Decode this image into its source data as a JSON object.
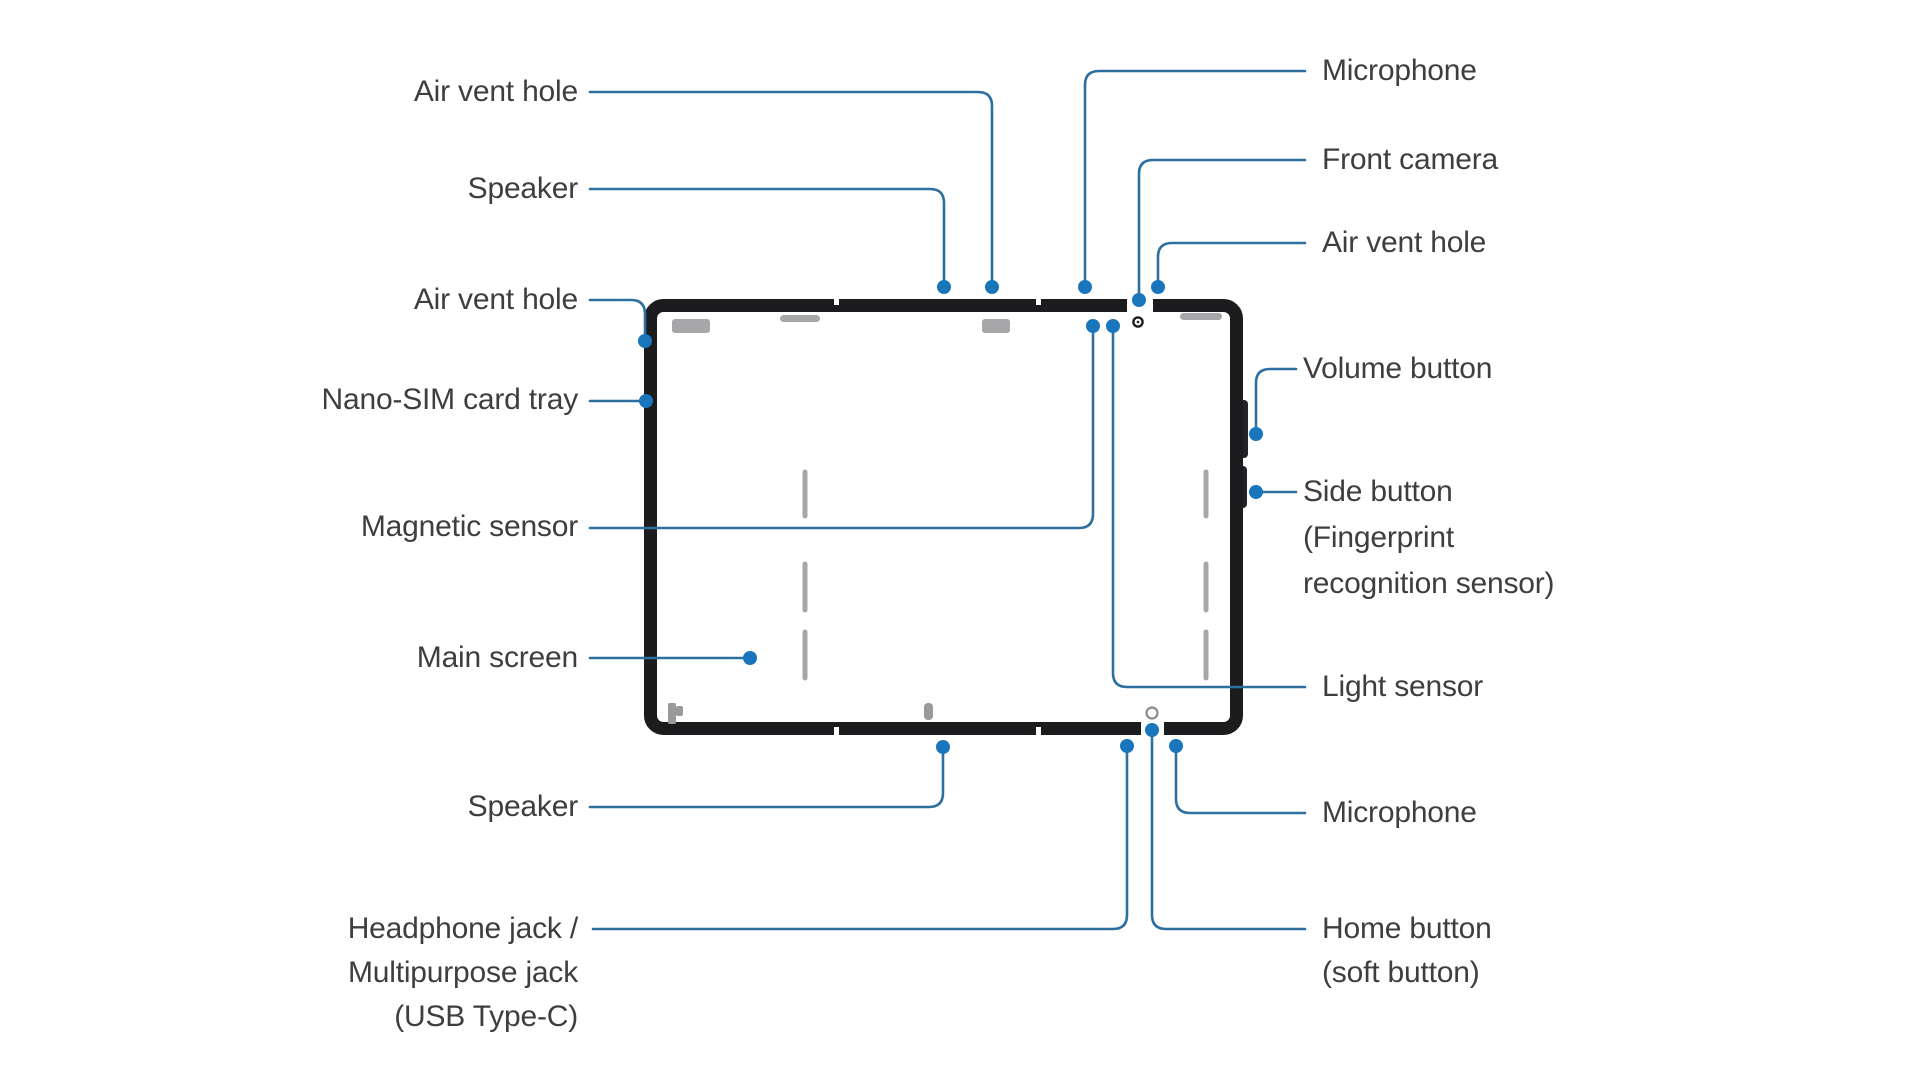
{
  "diagram": {
    "title": "Device layout diagram (tablet front view)",
    "colors": {
      "leader_line": "#2d6f9f",
      "dot": "#1976bd",
      "device_body": "#1c1c1e",
      "label_text": "#3e3e40",
      "detail_gray": "#a7a7a9"
    },
    "labels": [
      {
        "id": "air-vent-hole-top",
        "text": "Air vent hole"
      },
      {
        "id": "speaker-top",
        "text": "Speaker"
      },
      {
        "id": "air-vent-hole-left",
        "text": "Air vent hole"
      },
      {
        "id": "nano-sim-card-tray",
        "text": "Nano-SIM card tray"
      },
      {
        "id": "magnetic-sensor",
        "text": "Magnetic sensor"
      },
      {
        "id": "main-screen",
        "text": "Main screen"
      },
      {
        "id": "speaker-bottom",
        "text": "Speaker"
      },
      {
        "id": "headphone-jack-1",
        "text": "Headphone jack /"
      },
      {
        "id": "headphone-jack-2",
        "text": "Multipurpose jack"
      },
      {
        "id": "headphone-jack-3",
        "text": "(USB Type-C)"
      },
      {
        "id": "microphone-top",
        "text": "Microphone"
      },
      {
        "id": "front-camera",
        "text": "Front camera"
      },
      {
        "id": "air-vent-hole-right",
        "text": "Air vent hole"
      },
      {
        "id": "volume-button",
        "text": "Volume button"
      },
      {
        "id": "side-button-1",
        "text": "Side button"
      },
      {
        "id": "side-button-2",
        "text": "(Fingerprint"
      },
      {
        "id": "side-button-3",
        "text": "recognition sensor)"
      },
      {
        "id": "light-sensor",
        "text": "Light sensor"
      },
      {
        "id": "microphone-bottom",
        "text": "Microphone"
      },
      {
        "id": "home-button-1",
        "text": "Home button"
      },
      {
        "id": "home-button-2",
        "text": "(soft button)"
      }
    ]
  }
}
